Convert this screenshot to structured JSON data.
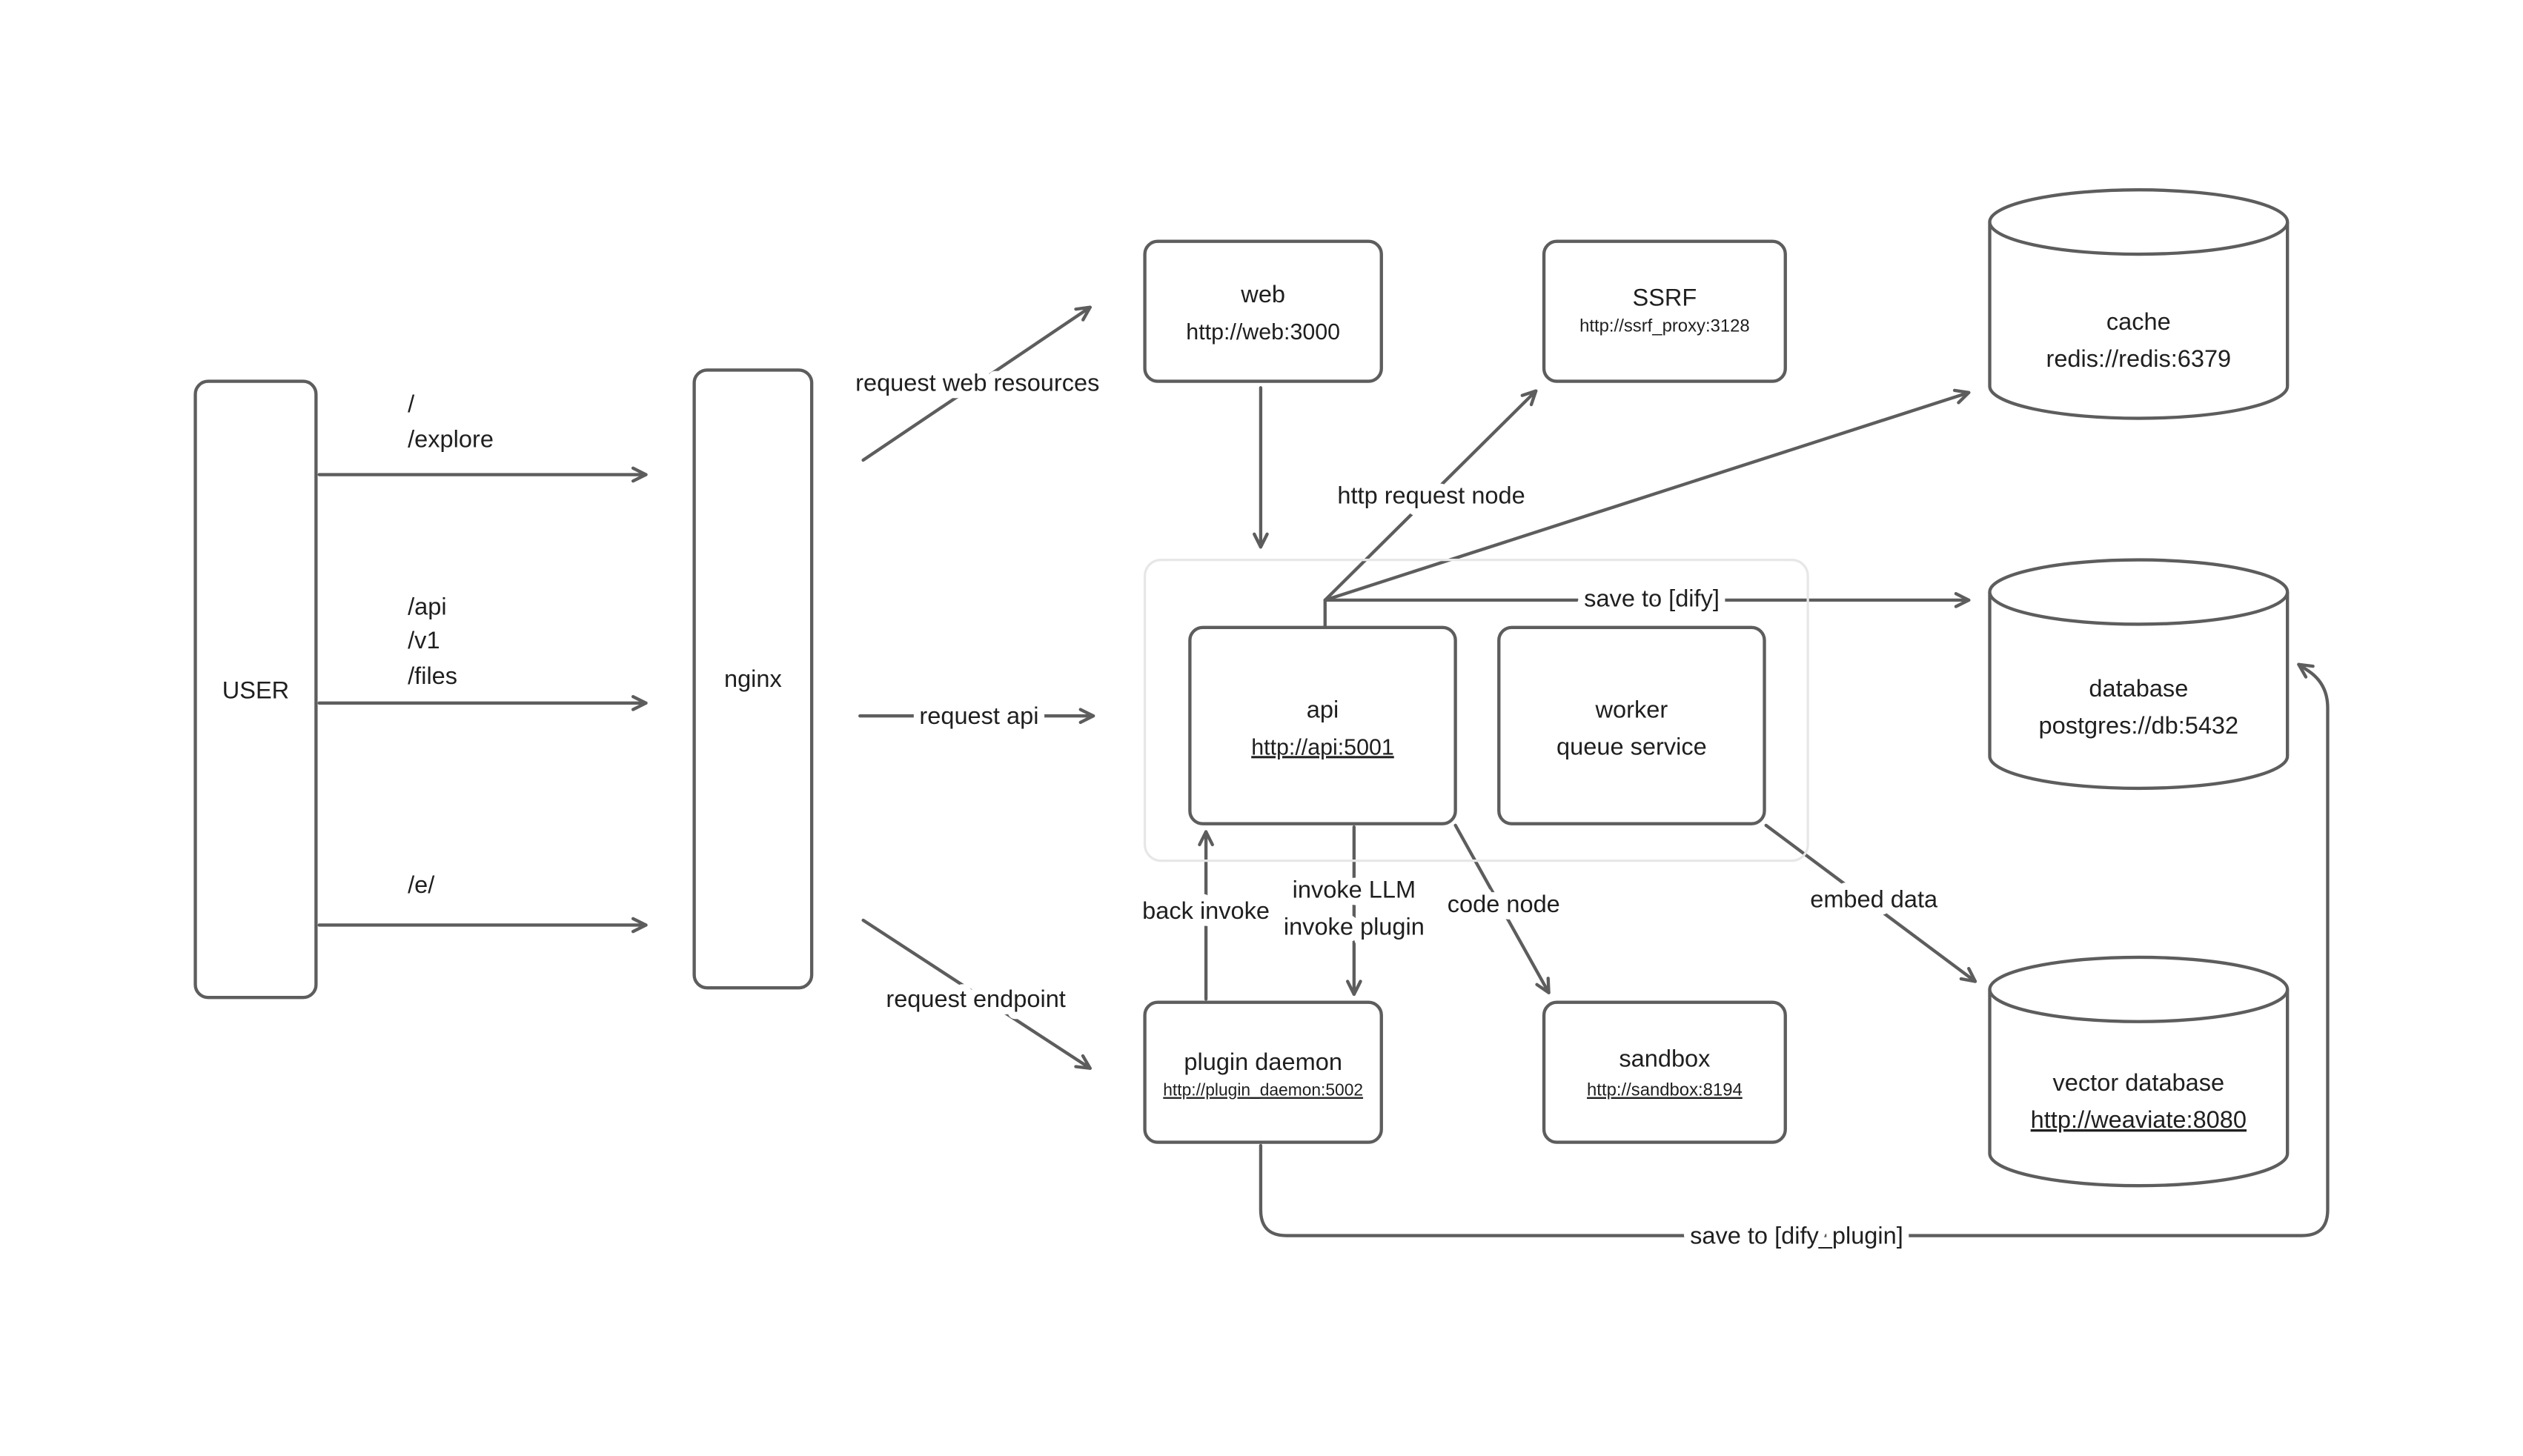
{
  "diagram": {
    "nodes": {
      "user": {
        "label": "USER"
      },
      "nginx": {
        "label": "nginx"
      },
      "web": {
        "title": "web",
        "url": "http://web:3000"
      },
      "ssrf": {
        "title": "SSRF",
        "url": "http://ssrf_proxy:3128"
      },
      "cache": {
        "title": "cache",
        "url": "redis://redis:6379"
      },
      "database": {
        "title": "database",
        "url": "postgres://db:5432"
      },
      "vector_database": {
        "title": "vector database",
        "url": "http://weaviate:8080"
      },
      "api": {
        "title": "api",
        "url": "http://api:5001"
      },
      "worker": {
        "title": "worker",
        "subtitle": "queue service"
      },
      "plugin_daemon": {
        "title": "plugin daemon",
        "url": "http://plugin_daemon:5002"
      },
      "sandbox": {
        "title": "sandbox",
        "url": "http://sandbox:8194"
      }
    },
    "routes": {
      "web_paths": [
        "/",
        "/explore"
      ],
      "api_paths": [
        "/api",
        "/v1",
        "/files"
      ],
      "endpoint_path": "/e/"
    },
    "edge_labels": {
      "request_web_resources": "request web resources",
      "request_api": "request api",
      "request_endpoint": "request endpoint",
      "http_request_node": "http request node",
      "save_to_dify": "save to [dify]",
      "back_invoke": "back invoke",
      "invoke_llm": "invoke LLM",
      "invoke_plugin": "invoke plugin",
      "code_node": "code node",
      "embed_data": "embed data",
      "save_to_dify_plugin": "save to [dify_plugin]"
    },
    "colors": {
      "stroke": "#5d5d5d",
      "text": "#1f1f1f",
      "group_border": "#e7e7e7",
      "background": "#ffffff"
    }
  }
}
